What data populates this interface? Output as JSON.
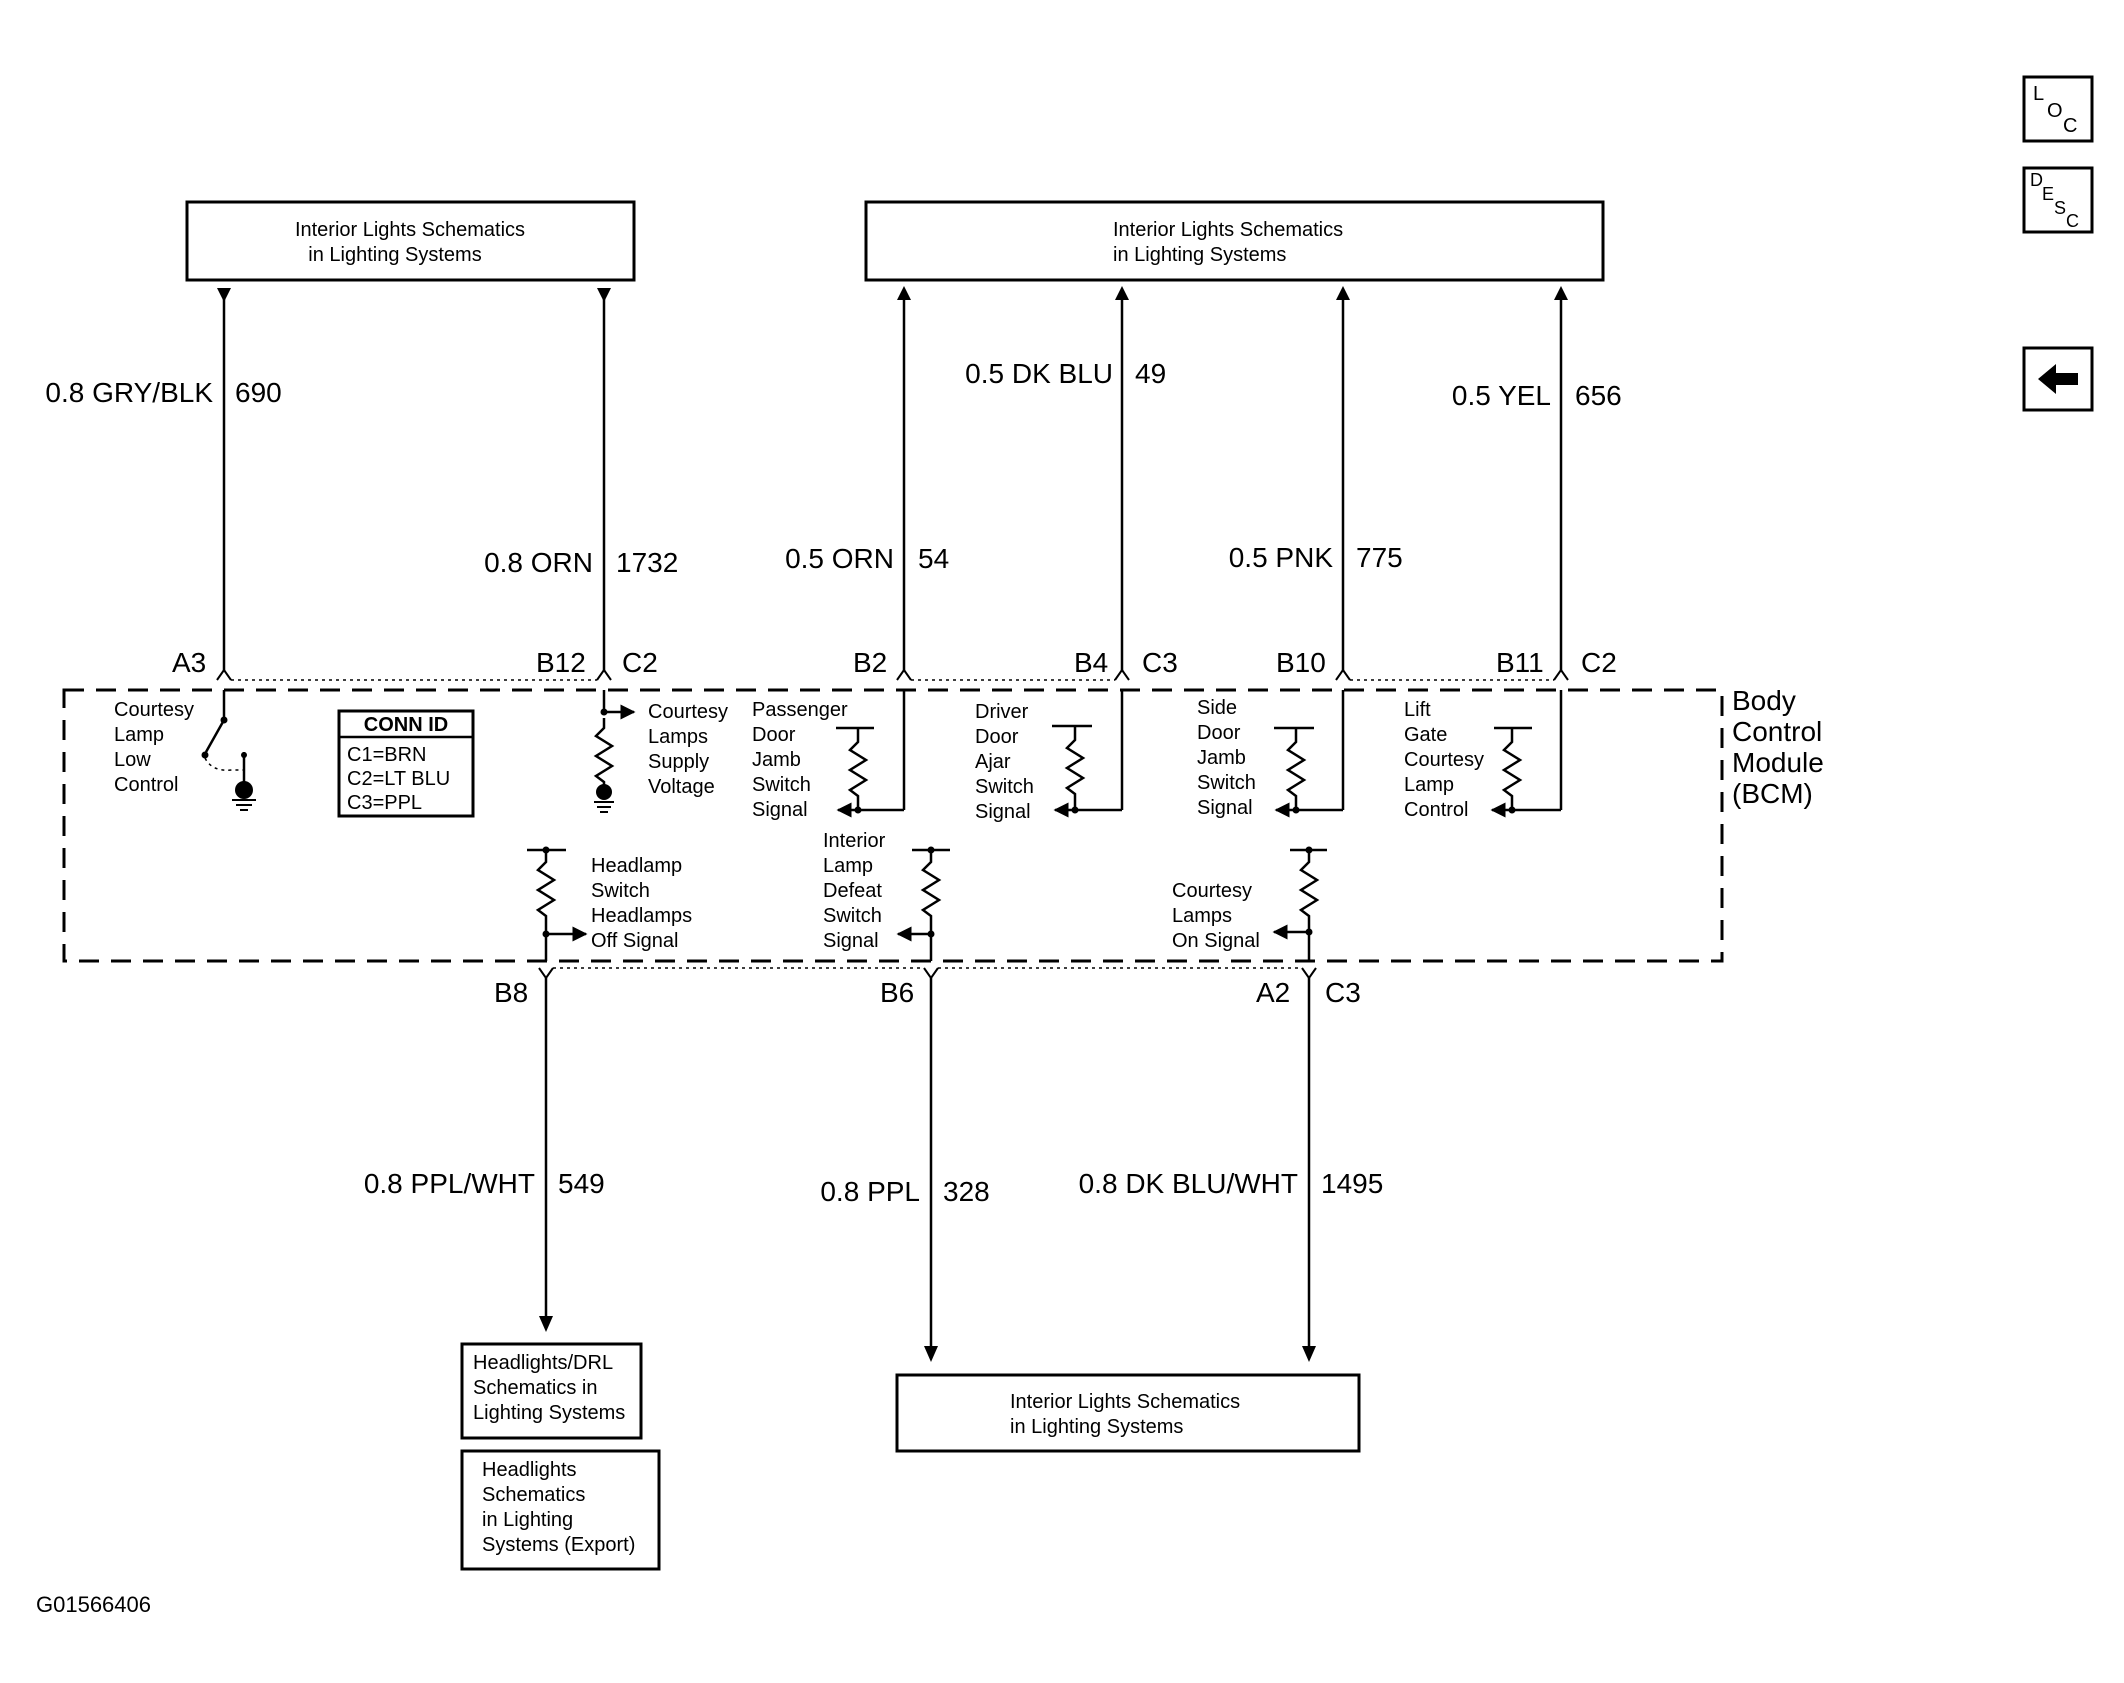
{
  "destinations": {
    "top_left": [
      "Interior Lights Schematics",
      "in Lighting Systems"
    ],
    "top_right": [
      "Interior Lights Schematics",
      "in Lighting Systems"
    ],
    "bottom_center": [
      "Interior Lights Schematics",
      "in Lighting Systems"
    ],
    "headlights_drl": [
      "Headlights/DRL",
      "Schematics in",
      "Lighting Systems"
    ],
    "headlights_export": [
      "Headlights",
      "Schematics",
      "in Lighting",
      "Systems (Export)"
    ]
  },
  "wires": {
    "w690": {
      "color": "0.8 GRY/BLK",
      "circuit": "690"
    },
    "w1732": {
      "color": "0.8 ORN",
      "circuit": "1732"
    },
    "w54": {
      "color": "0.5 ORN",
      "circuit": "54"
    },
    "w49": {
      "color": "0.5 DK BLU",
      "circuit": "49"
    },
    "w775": {
      "color": "0.5 PNK",
      "circuit": "775"
    },
    "w656": {
      "color": "0.5 YEL",
      "circuit": "656"
    },
    "w549": {
      "color": "0.8 PPL/WHT",
      "circuit": "549"
    },
    "w328": {
      "color": "0.8 PPL",
      "circuit": "328"
    },
    "w1495": {
      "color": "0.8 DK BLU/WHT",
      "circuit": "1495"
    }
  },
  "pins": {
    "a3": "A3",
    "b12": "B12",
    "c2a": "C2",
    "b2": "B2",
    "b4": "B4",
    "c3a": "C3",
    "b10": "B10",
    "b11": "B11",
    "c2b": "C2",
    "b8": "B8",
    "b6": "B6",
    "a2": "A2",
    "c3b": "C3"
  },
  "bcm": {
    "title": [
      "Body",
      "Control",
      "Module",
      "(BCM)"
    ],
    "conn_id": {
      "title": "CONN ID",
      "lines": [
        "C1=BRN",
        "C2=LT BLU",
        "C3=PPL"
      ]
    },
    "functions": {
      "courtesy_low": [
        "Courtesy",
        "Lamp",
        "Low",
        "Control"
      ],
      "courtesy_supply": [
        "Courtesy",
        "Lamps",
        "Supply",
        "Voltage"
      ],
      "passenger_door": [
        "Passenger",
        "Door",
        "Jamb",
        "Switch",
        "Signal"
      ],
      "driver_door": [
        "Driver",
        "Door",
        "Ajar",
        "Switch",
        "Signal"
      ],
      "side_door": [
        "Side",
        "Door",
        "Jamb",
        "Switch",
        "Signal"
      ],
      "lift_gate": [
        "Lift",
        "Gate",
        "Courtesy",
        "Lamp",
        "Control"
      ],
      "headlamp_switch": [
        "Headlamp",
        "Switch",
        "Headlamps",
        "Off Signal"
      ],
      "interior_defeat": [
        "Interior",
        "Lamp",
        "Defeat",
        "Switch",
        "Signal"
      ],
      "courtesy_on": [
        "Courtesy",
        "Lamps",
        "On Signal"
      ]
    }
  },
  "side_buttons": {
    "loc": {
      "sup": "L",
      "main": "O",
      "sub": "C"
    },
    "desc": {
      "sup": "D",
      "main": "E",
      "sub": "S",
      "sub2": "C"
    },
    "back_icon": "arrow-left-icon"
  },
  "figure_code": "G01566406"
}
